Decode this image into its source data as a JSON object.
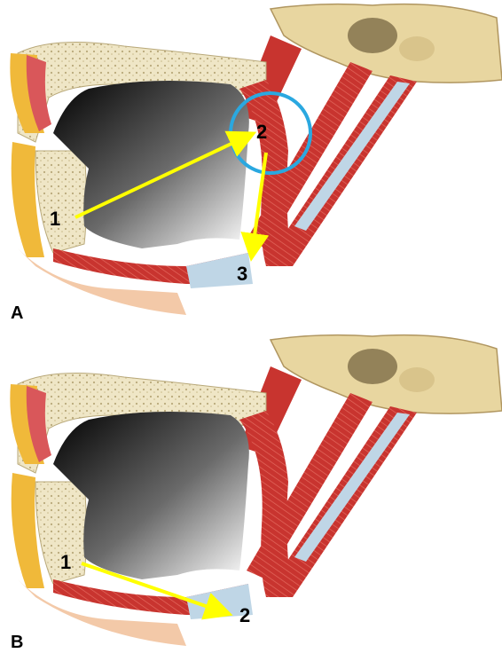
{
  "panels": [
    {
      "letter": "A",
      "points": [
        "1",
        "2",
        "3"
      ],
      "arrow_color": "#ffff00",
      "highlight_color": "#2aa8e0"
    },
    {
      "letter": "B",
      "points": [
        "1",
        "2"
      ],
      "arrow_color": "#ffff00"
    }
  ],
  "colors": {
    "muscle": "#c8342f",
    "muscle_dark": "#9b1f1f",
    "bone": "#efe6c6",
    "bone_edge": "#b9a97a",
    "fat": "#f0b93a",
    "skin": "#f3c9a8",
    "tendon": "#bfd6e6",
    "skull": "#e8d6a0"
  }
}
